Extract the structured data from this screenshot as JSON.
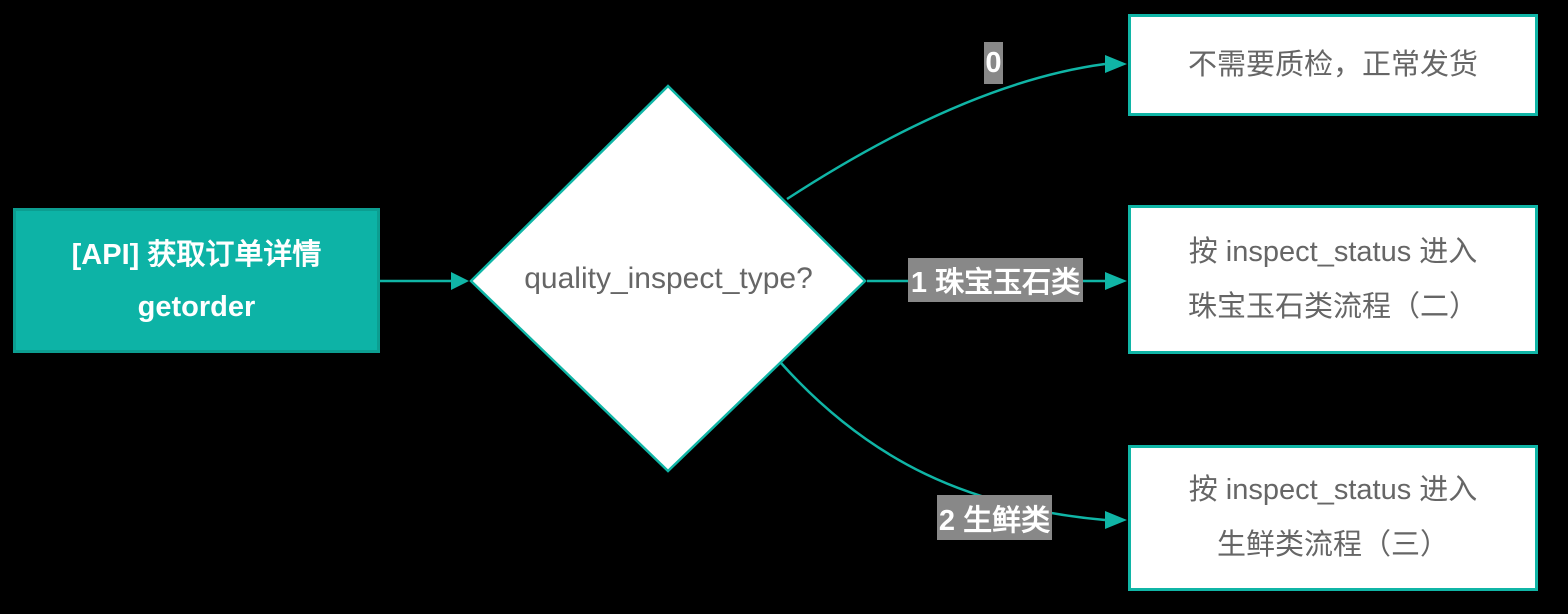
{
  "diagram": {
    "background_color": "#000000",
    "accent_teal": "#0db3a6",
    "edge_teal": "#10b5a6",
    "label_bg_gray": "#888888",
    "node_text_gray": "#666666",
    "start_node": {
      "line1": "[API] 获取订单详情",
      "line2": "getorder"
    },
    "decision_node": {
      "label": "quality_inspect_type?"
    },
    "edges": [
      {
        "label": "0"
      },
      {
        "label": "1 珠宝玉石类"
      },
      {
        "label": "2 生鲜类"
      }
    ],
    "outcomes": [
      {
        "line1": "不需要质检，正常发货",
        "line2": ""
      },
      {
        "line1": "按 inspect_status 进入",
        "line2": "珠宝玉石类流程（二）"
      },
      {
        "line1": "按 inspect_status 进入",
        "line2": "生鲜类流程（三）"
      }
    ]
  }
}
